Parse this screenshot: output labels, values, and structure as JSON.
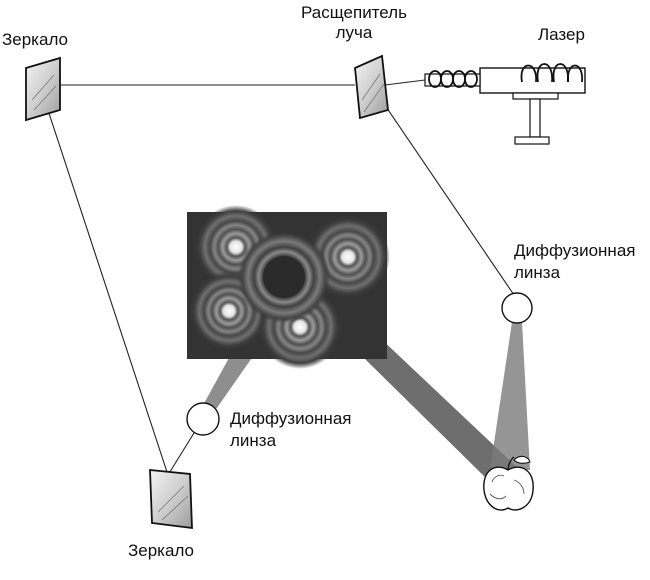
{
  "labels": {
    "mirror_top": "Зеркало",
    "beam_splitter_line1": "Расщепитель",
    "beam_splitter_line2": "луча",
    "laser": "Лазер",
    "lens_right_line1": "Диффузионная",
    "lens_right_line2": "линза",
    "lens_left_line1": "Диффузионная",
    "lens_left_line2": "линза",
    "mirror_bottom": "Зеркало"
  },
  "colors": {
    "line": "#222222",
    "plate_dark": "#2f2f2f",
    "ring_light": "#e8e8e8",
    "cone_gray": "#7a7a7a"
  }
}
